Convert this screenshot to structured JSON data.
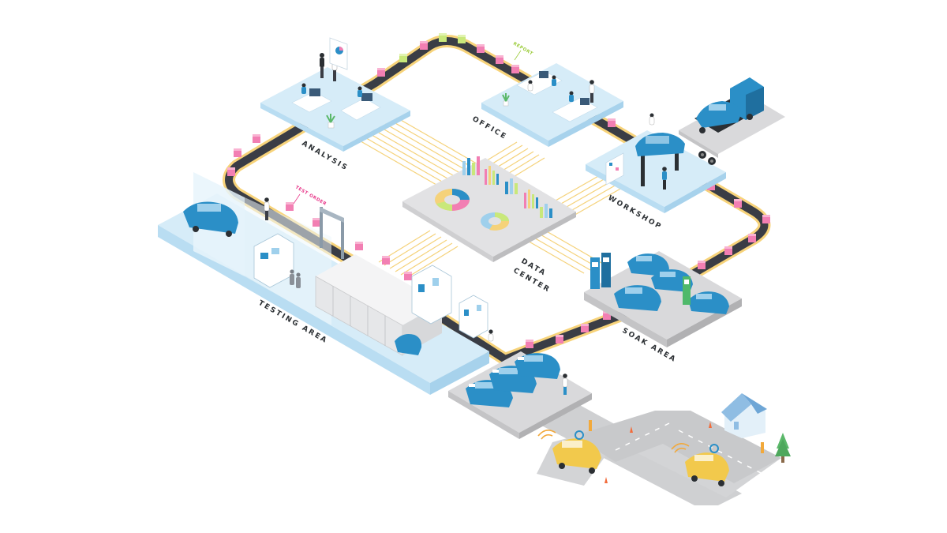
{
  "zones": {
    "analysis": "ANALYSIS",
    "office": "OFFICE",
    "workshop": "WORKSHOP",
    "data_center_line1": "DATA",
    "data_center_line2": "CENTER",
    "soak_area": "SOAK AREA",
    "testing_area": "TESTING AREA"
  },
  "tags": {
    "report": "REPORT",
    "test_order": "TEST ORDER"
  },
  "colors": {
    "accent_blue": "#2b8fc7",
    "platform_light_blue": "#d6ecf8",
    "platform_grey": "#d9d9db",
    "belt_yellow": "#f7d37a",
    "belt_dark": "#3a3d45",
    "package_pink": "#f27fb3",
    "package_green": "#c9e87a",
    "taxi_yellow": "#f2c94c",
    "tag_pink": "#e8388a",
    "tag_green": "#9ccc3c"
  },
  "icons": [
    "conveyor-belt-icon",
    "package-icon",
    "car-icon",
    "truck-icon",
    "person-icon",
    "desk-icon",
    "plant-icon",
    "donut-chart-icon",
    "bar-chart-icon",
    "car-lift-icon",
    "charging-station-icon",
    "test-chamber-icon",
    "house-icon",
    "tree-icon",
    "traffic-cone-icon",
    "wifi-signal-icon"
  ]
}
